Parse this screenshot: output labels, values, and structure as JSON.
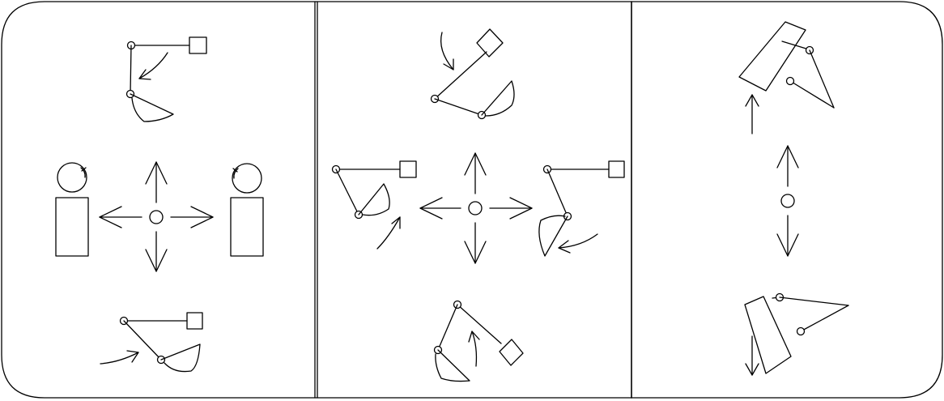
{
  "diagram": {
    "panels": [
      {
        "id": "panel-left",
        "content": "swing-and-tilt-controls"
      },
      {
        "id": "panel-middle",
        "content": "boom-and-arm-controls"
      },
      {
        "id": "panel-right",
        "content": "blade-controls"
      }
    ],
    "icons": [
      "control-lever-knob",
      "arrow-up",
      "arrow-down",
      "arrow-left",
      "arrow-right",
      "excavator-arm",
      "operator-cab",
      "dozer-blade"
    ],
    "colors": {
      "stroke": "#000000",
      "background": "#ffffff"
    }
  }
}
